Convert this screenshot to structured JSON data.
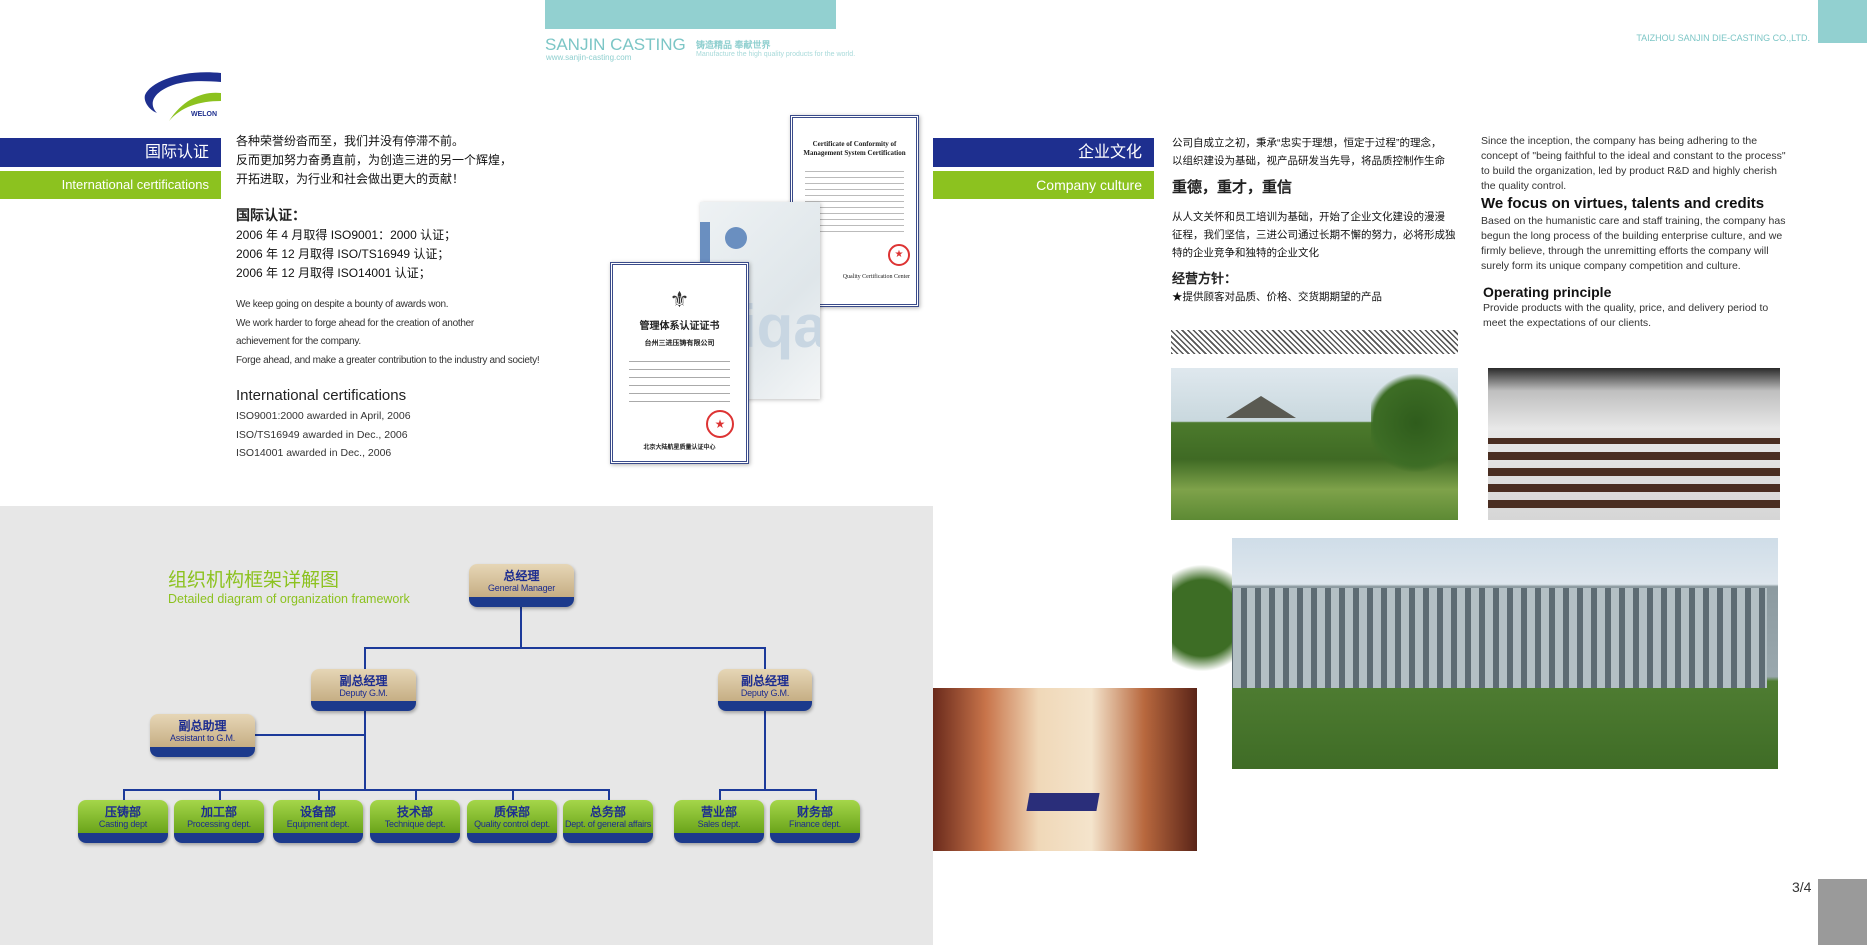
{
  "header": {
    "brand": "SANJIN CASTING",
    "url": "www.sanjin-casting.com",
    "slogan_cn": "铸造精品 奉献世界",
    "slogan_en": "Manufacture the high quality products for the world.",
    "company": "TAIZHOU SANJIN DIE-CASTING CO.,LTD.",
    "logo_text": "WELON"
  },
  "certifications": {
    "title_cn": "国际认证",
    "title_en": "International certifications",
    "intro_cn": [
      "各种荣誉纷沓而至，我们并没有停滞不前。",
      "反而更加努力奋勇直前，为创造三进的另一个辉煌，",
      "开拓进取，为行业和社会做出更大的贡献！"
    ],
    "list_title_cn": "国际认证：",
    "list_cn": [
      "2006 年 4 月取得 ISO9001：2000 认证；",
      "2006 年 12 月取得 ISO/TS16949 认证；",
      "2006 年 12 月取得 ISO14001 认证；"
    ],
    "intro_en": [
      "We keep going on despite a bounty of awards won.",
      "We work harder to forge ahead for the creation of another",
      "achievement for the company.",
      "Forge ahead, and make a greater contribution to the industry and society!"
    ],
    "list_title_en": "International certifications",
    "list_en": [
      "ISO9001:2000 awarded in April, 2006",
      "ISO/TS16949 awarded in Dec., 2006",
      "ISO14001 awarded in Dec., 2006"
    ],
    "cert_front_title": "管理体系认证证书",
    "cert_front_company": "台州三进压铸有限公司",
    "cert_front_footer": "北京大陆航星质量认证中心",
    "cert_back_title": "Certificate of Conformity of Management System Certification",
    "cert_back_footer": "Quality Certification Center"
  },
  "org": {
    "title_cn": "组织机构框架详解图",
    "title_en": "Detailed diagram of organization framework",
    "gm": {
      "cn": "总经理",
      "en": "General Manager"
    },
    "deputy_left": {
      "cn": "副总经理",
      "en": "Deputy G.M."
    },
    "deputy_right": {
      "cn": "副总经理",
      "en": "Deputy G.M."
    },
    "assistant": {
      "cn": "副总助理",
      "en": "Assistant to G.M."
    },
    "depts": [
      {
        "cn": "压铸部",
        "en": "Casting dept"
      },
      {
        "cn": "加工部",
        "en": "Processing dept."
      },
      {
        "cn": "设备部",
        "en": "Equipment dept."
      },
      {
        "cn": "技术部",
        "en": "Technique dept."
      },
      {
        "cn": "质保部",
        "en": "Quality control dept."
      },
      {
        "cn": "总务部",
        "en": "Dept. of general affairs"
      },
      {
        "cn": "营业部",
        "en": "Sales dept."
      },
      {
        "cn": "财务部",
        "en": "Finance dept."
      }
    ]
  },
  "culture": {
    "title_cn": "企业文化",
    "title_en": "Company culture",
    "p1_cn": [
      "公司自成立之初，秉承“忠实于理想，恒定于过程”的理念，",
      "以组织建设为基础，视产品研发当先导，将品质控制作生命"
    ],
    "motto_cn": "重德，重才，重信",
    "p2_cn": [
      "从人文关怀和员工培训为基础，开始了企业文化建设的漫漫",
      "征程，我们坚信，三进公司通过长期不懈的努力，必将形成独",
      "特的企业竞争和独特的企业文化"
    ],
    "principle_title_cn": "经营方针：",
    "principle_cn": "★提供顾客对品质、价格、交货期期望的产品",
    "p1_en": [
      "Since the inception, the company has being adhering to the",
      "concept of \"being faithful to the ideal and constant to the process\"",
      "to build the organization, led by product R&D and highly cherish",
      "the quality control."
    ],
    "motto_en": "We focus on virtues, talents and credits",
    "p2_en": [
      "Based on the humanistic care and staff training, the company has",
      "begun the long process of the building enterprise culture, and we",
      "firmly believe, through the unremitting efforts the company will",
      "surely form its unique company competition and culture."
    ],
    "principle_title_en": "Operating principle",
    "principle_en": [
      "Provide products with the quality, price, and delivery period to",
      "meet the expectations of our clients."
    ]
  },
  "page_number": "3/4",
  "colors": {
    "blue": "#1e2f8f",
    "green": "#8cc21f",
    "teal": "#92d0d0"
  }
}
